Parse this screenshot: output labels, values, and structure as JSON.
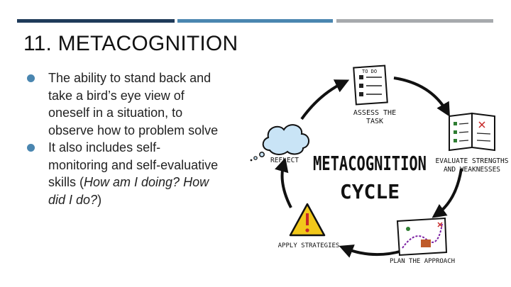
{
  "title": "11. METACOGNITION",
  "bullets": [
    {
      "text": "The ability to stand back and take a bird’s eye view of oneself in a situation, to observe how to problem solve"
    },
    {
      "text_main": "It also includes self-monitoring and self-evaluative skills (",
      "text_italic": "How am I doing? How did I do?",
      "text_end": ")"
    }
  ],
  "diagram": {
    "center_line1": "METACOGNITION",
    "center_line2": "CYCLE",
    "todo_label": "TO DO",
    "assess_line1": "ASSESS THE",
    "assess_line2": "TASK",
    "evaluate_line1": "EVALUATE STRENGTHS",
    "evaluate_line2": "AND WEAKNESSES",
    "plan": "PLAN THE APPROACH",
    "apply": "APPLY STRATEGIES",
    "reflect": "REFLECT"
  }
}
